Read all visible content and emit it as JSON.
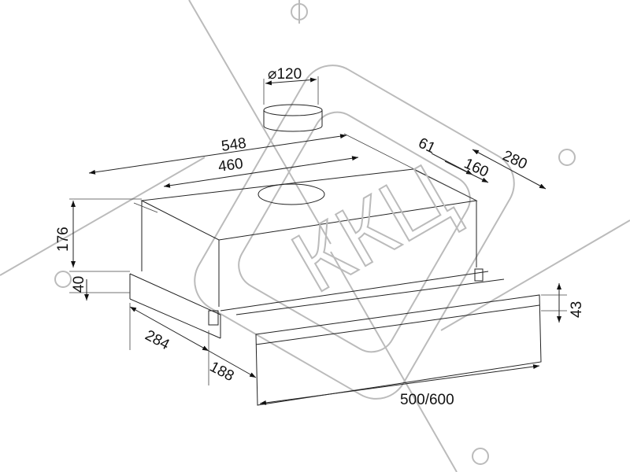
{
  "title": "Cooker hood dimension drawing",
  "dimensions": {
    "duct_diameter": "⌀120",
    "width_total": "548",
    "width_holes": "460",
    "offset_61": "61",
    "depth_280": "280",
    "holes_160": "160",
    "height_176": "176",
    "height_40": "40",
    "depth_284": "284",
    "depth_188": "188",
    "panel_width": "500/600",
    "panel_height": "43"
  },
  "watermark": "ККЦ",
  "colors": {
    "line": "#222222",
    "watermark": "#bbbbbb"
  }
}
